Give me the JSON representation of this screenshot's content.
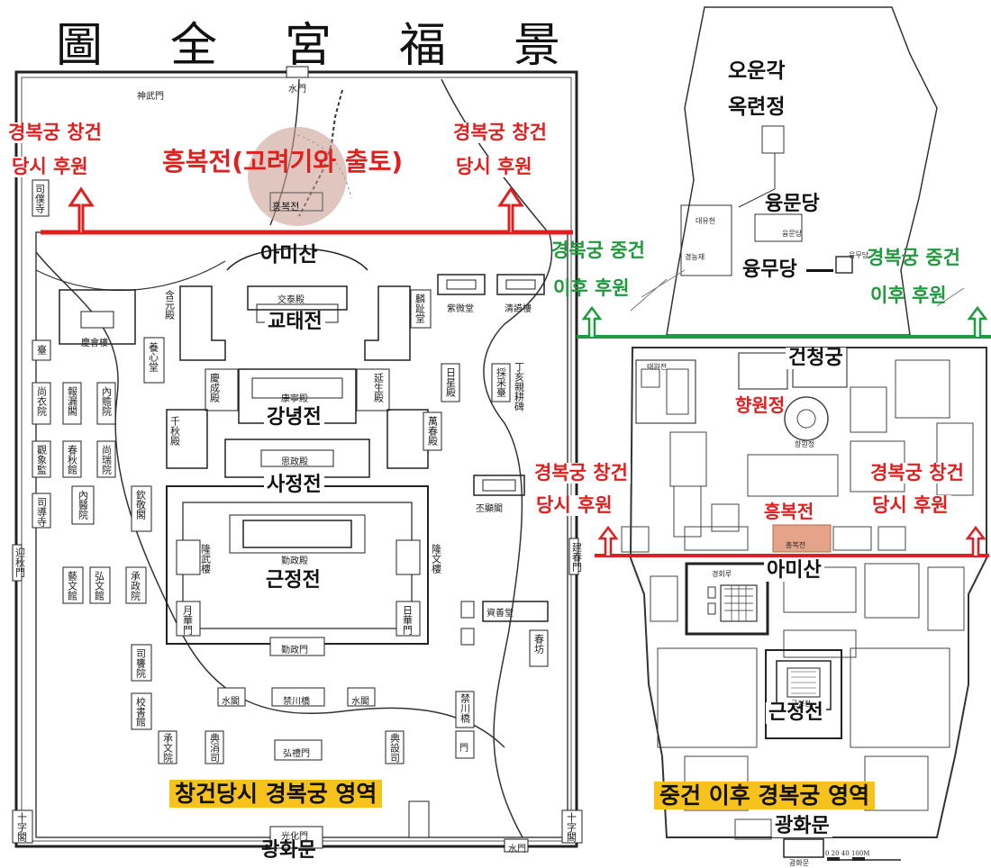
{
  "title_chars": [
    "圖",
    "全",
    "宮",
    "福",
    "景"
  ],
  "left_map": {
    "labels": {
      "heungbokjeon_title": "흥복전(고려기와 출토)",
      "huwon_left": [
        "경복궁 창건",
        "당시 후원"
      ],
      "huwon_right": [
        "경복궁 창건",
        "당시 후원"
      ],
      "amisan": "아미산",
      "gyotaejeon": "교태전",
      "gangnyeongjeon": "강녕전",
      "sajeongjeon": "사정전",
      "geunjeongjeon": "근정전",
      "region": "창건당시 경복궁 영역",
      "gwanghwamun": "광화문",
      "heungbokjeon_small": "흥복전"
    },
    "hanja_vertical": [
      {
        "text": "司僕寺"
      },
      {
        "text": "臺"
      },
      {
        "text": "尚衣院"
      },
      {
        "text": "報漏閣"
      },
      {
        "text": "內贍院"
      },
      {
        "text": "觀象監"
      },
      {
        "text": "春秋館"
      },
      {
        "text": "尚瑞院"
      },
      {
        "text": "司導寺"
      },
      {
        "text": "內醫院"
      },
      {
        "text": "欽敬閣"
      },
      {
        "text": "養心堂"
      },
      {
        "text": "含元殿"
      },
      {
        "text": "慶成殿"
      },
      {
        "text": "延生殿"
      },
      {
        "text": "千秋殿"
      },
      {
        "text": "萬春殿"
      },
      {
        "text": "日星殿"
      },
      {
        "text": "採采臺"
      },
      {
        "text": "丁亥親耕碑"
      },
      {
        "text": "麟趾堂"
      },
      {
        "text": "迎秋門"
      },
      {
        "text": "藝文館"
      },
      {
        "text": "弘文館"
      },
      {
        "text": "承政院"
      },
      {
        "text": "隆武樓"
      },
      {
        "text": "隆文樓"
      },
      {
        "text": "月華門"
      },
      {
        "text": "日華門"
      },
      {
        "text": "建春門"
      },
      {
        "text": "司饔院"
      },
      {
        "text": "校書館"
      },
      {
        "text": "承文院"
      },
      {
        "text": "典涓司"
      },
      {
        "text": "典設司"
      },
      {
        "text": "禁川橋"
      },
      {
        "text": "春坊"
      },
      {
        "text": "十字閣"
      },
      {
        "text": "十字閣"
      }
    ],
    "hanja_horizontal": [
      {
        "text": "神武門"
      },
      {
        "text": "水門"
      },
      {
        "text": "交泰殿"
      },
      {
        "text": "康寧殿"
      },
      {
        "text": "思政殿"
      },
      {
        "text": "勤政殿"
      },
      {
        "text": "勤政門"
      },
      {
        "text": "紫微堂"
      },
      {
        "text": "清讌樓"
      },
      {
        "text": "慶會樓"
      },
      {
        "text": "資善堂"
      },
      {
        "text": "丕顯閣"
      },
      {
        "text": "水閣"
      },
      {
        "text": "水閣"
      },
      {
        "text": "禁川橋"
      },
      {
        "text": "弘禮門"
      },
      {
        "text": "光化門"
      },
      {
        "text": "水門"
      },
      {
        "text": "門"
      }
    ]
  },
  "right_map": {
    "labels": {
      "oungak": "오운각",
      "okryeonjeong": "옥련정",
      "yungmundang": "융문당",
      "yungmudang": "융무당",
      "junggeon_left": [
        "경복궁 중건",
        "이후 후원"
      ],
      "junggeon_right": [
        "경복궁 중건",
        "이후 후원"
      ],
      "geoncheonggung": "건청궁",
      "hyangwonjeong": "향원정",
      "changgeon_left": [
        "경복궁 창건",
        "당시 후원"
      ],
      "changgeon_right": [
        "경복궁 창건",
        "당시 후원"
      ],
      "heungbokjeon": "흥복전",
      "amisan": "아미산",
      "geunjeongjeon": "근정전",
      "region": "중건 이후 경복궁 영역",
      "gwanghwamun": "광화문"
    },
    "tiny_text": [
      {
        "text": "경회루"
      },
      {
        "text": "근정전"
      },
      {
        "text": "향원정"
      },
      {
        "text": "흥복전"
      },
      {
        "text": "광화문"
      },
      {
        "text": "0  20  40      100M"
      },
      {
        "text": "경농재"
      },
      {
        "text": "융문당"
      },
      {
        "text": "융무당"
      },
      {
        "text": "대유헌"
      },
      {
        "text": "태원전"
      }
    ]
  },
  "colors": {
    "red": "#e02020",
    "green": "#1f9a3c",
    "highlight": "#f7c21b",
    "circle": "#c9a196",
    "heungbok_fill": "#e5a489"
  }
}
